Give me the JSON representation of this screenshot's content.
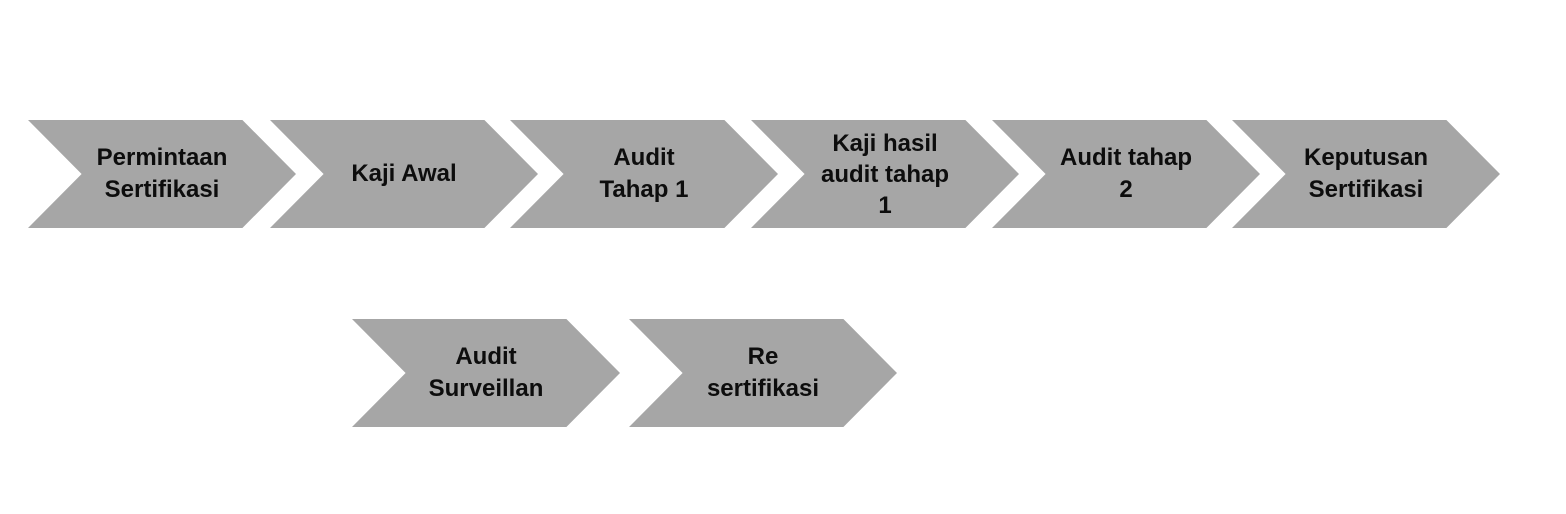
{
  "colors": {
    "chevron_fill": "#a6a6a6",
    "text": "#0d0d0d",
    "background": "#ffffff"
  },
  "steps": [
    {
      "lines": [
        "Permintaan",
        "Sertifikasi"
      ]
    },
    {
      "lines": [
        "Kaji Awal"
      ]
    },
    {
      "lines": [
        "Audit",
        "Tahap 1"
      ]
    },
    {
      "lines": [
        "Kaji hasil",
        "audit tahap",
        "1"
      ]
    },
    {
      "lines": [
        "Audit tahap",
        "2"
      ]
    },
    {
      "lines": [
        "Keputusan",
        "Sertifikasi"
      ]
    }
  ],
  "cycle_steps": [
    {
      "lines": [
        "Audit",
        "Surveillan"
      ]
    },
    {
      "lines": [
        "Re",
        "sertifikasi"
      ]
    }
  ]
}
